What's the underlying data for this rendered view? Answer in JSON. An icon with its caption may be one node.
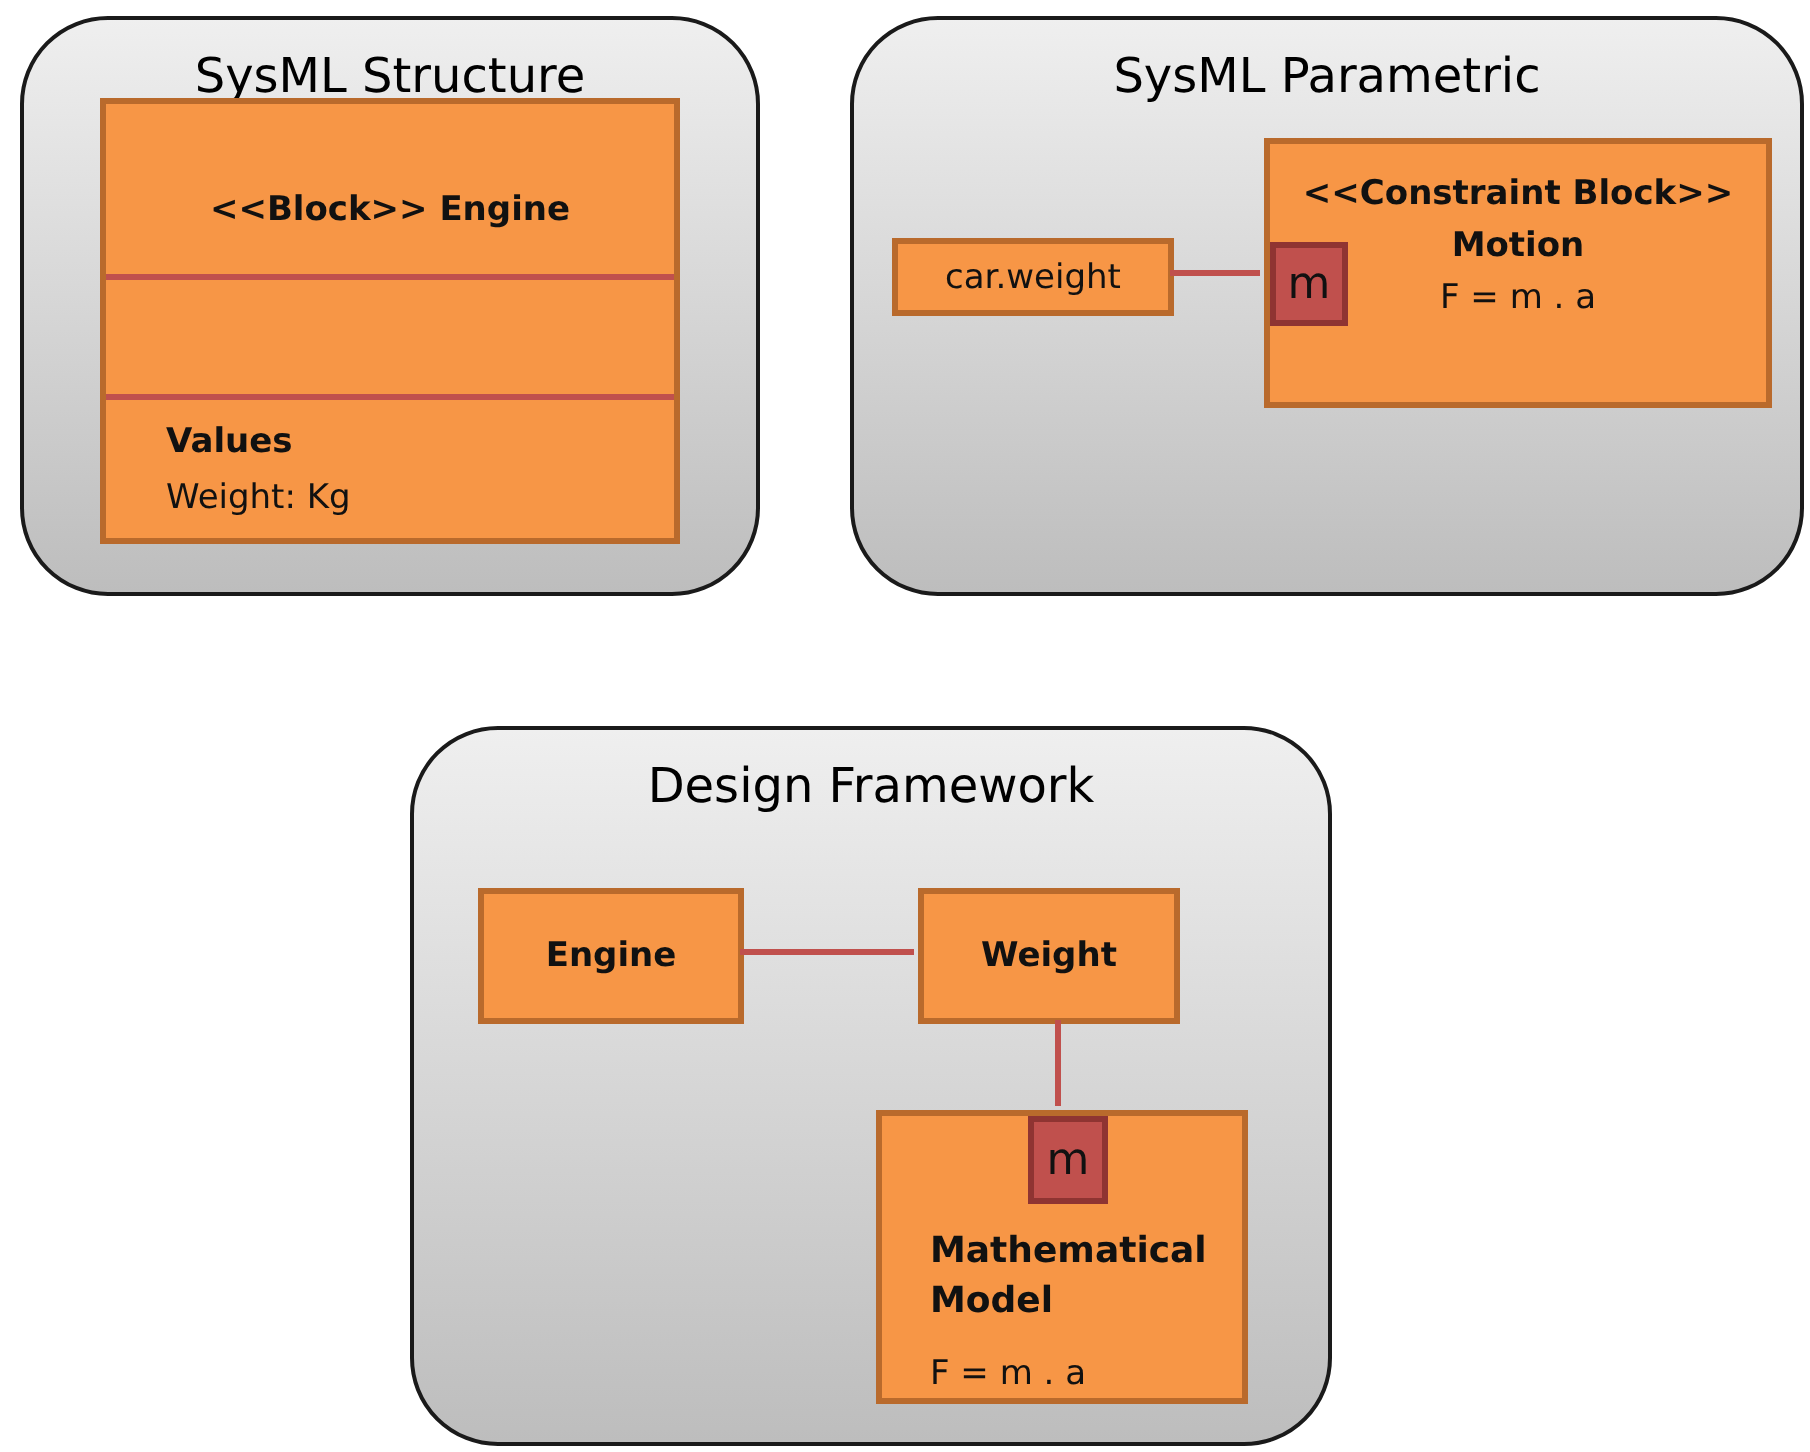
{
  "diagram": {
    "nodes": [
      {
        "text": [
          "SysML Structure"
        ]
      },
      {
        "text": [
          "<<Block>> Engine",
          "Values",
          "Weight: Kg"
        ],
        "in": 0
      },
      {
        "text": [
          "SysML Parametric"
        ]
      },
      {
        "text": [
          "car.weight"
        ],
        "in": 2
      },
      {
        "text": [
          "<<Constraint Block>>",
          "Motion",
          "F = m . a"
        ],
        "in": 2
      },
      {
        "text": [
          "m"
        ],
        "in": 4
      },
      {
        "text": [
          "Design Framework"
        ]
      },
      {
        "text": [
          "Engine"
        ],
        "in": 6
      },
      {
        "text": [
          "Weight"
        ],
        "in": 6
      },
      {
        "text": [
          "Mathematical Model",
          "F = m . a"
        ],
        "in": 6
      },
      {
        "text": [
          "m"
        ],
        "in": 9
      }
    ],
    "edges": [
      {
        "from": 3,
        "to": 5,
        "arrow": "none"
      },
      {
        "from": 7,
        "to": 8,
        "arrow": "none"
      },
      {
        "from": 8,
        "to": 10,
        "arrow": "none"
      }
    ]
  }
}
